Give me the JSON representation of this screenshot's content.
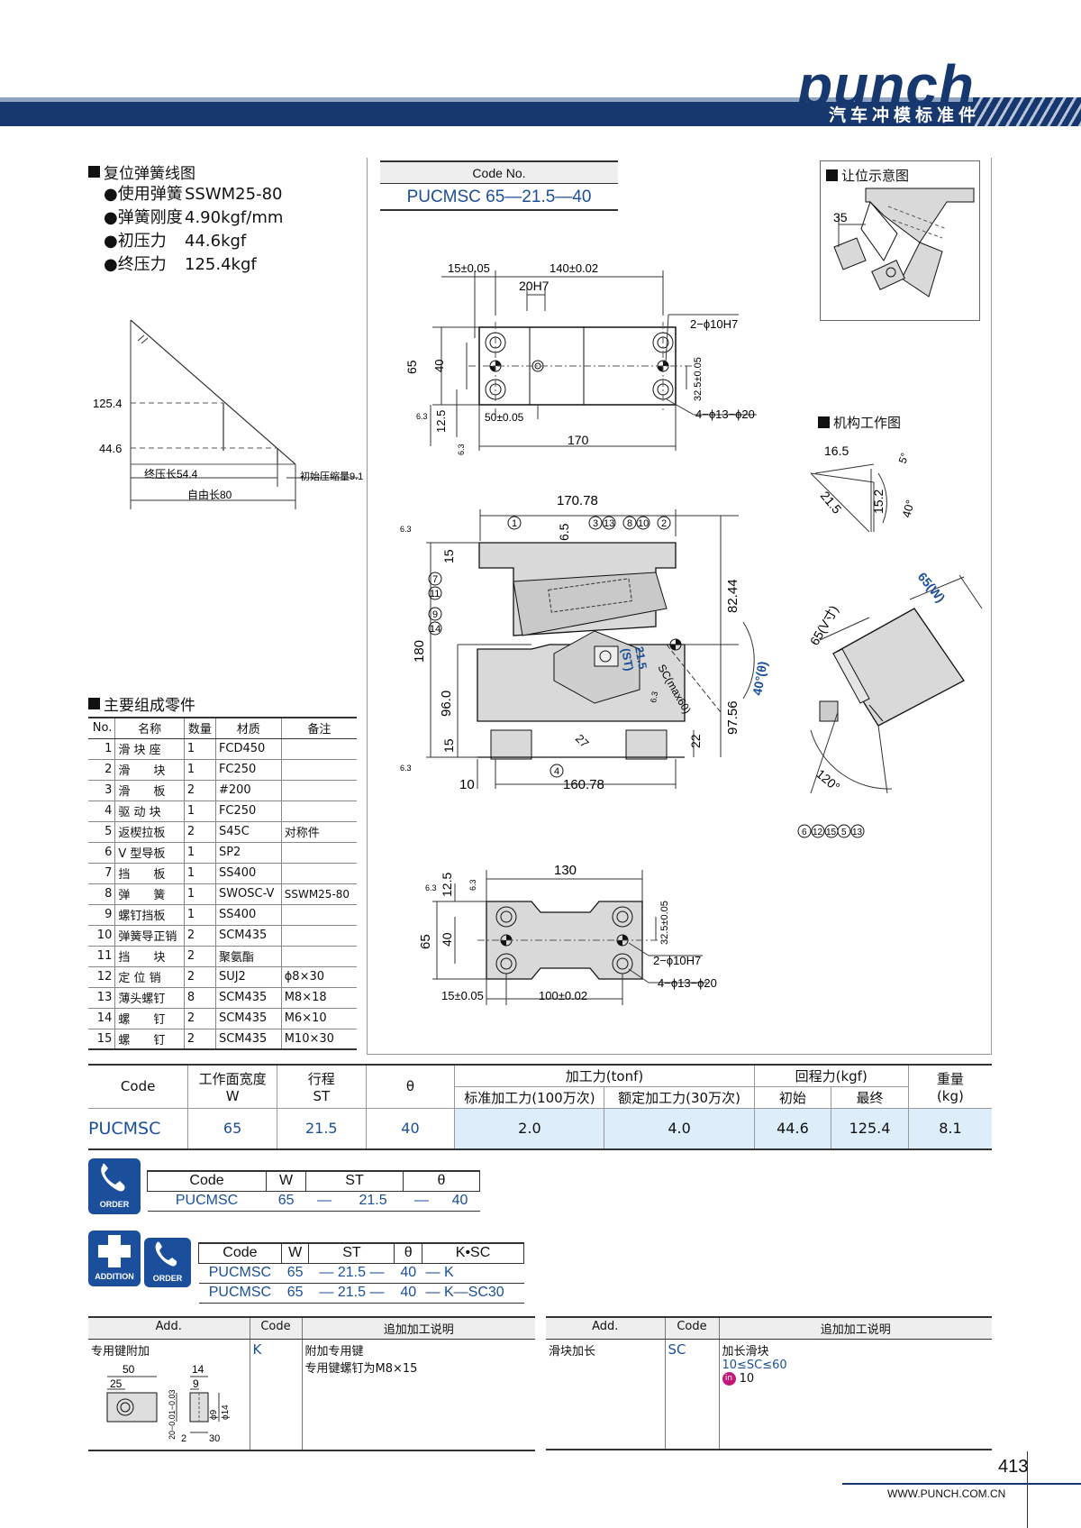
{
  "header": {
    "logo": "punch",
    "subtitle": "汽车冲模标准件"
  },
  "spring": {
    "title": "复位弹簧线图",
    "items": [
      {
        "label": "●使用弹簧",
        "value": "SSWM25-80"
      },
      {
        "label": "●弹簧刚度",
        "value": "4.90kgf/mm"
      },
      {
        "label": "●初压力",
        "value": "44.6kgf"
      },
      {
        "label": "●终压力",
        "value": "125.4kgf"
      }
    ],
    "graph": {
      "y1": "125.4",
      "y2": "44.6",
      "l1": "终压长54.4",
      "l2": "初始压缩量9.1",
      "l3": "自由长80"
    }
  },
  "code_no": {
    "header": "Code No.",
    "value": "PUCMSC 65—21.5—40"
  },
  "views": {
    "top": {
      "d1": "15±0.05",
      "d2": "140±0.02",
      "d3": "20H7",
      "d4": "2−ϕ10H7",
      "d5": "65",
      "d6": "40",
      "d7": "32.5±0.05",
      "d8": "12.5",
      "d9": "50±0.05",
      "d10": "4−ϕ13−ϕ20",
      "d11": "170",
      "r1": "6.3",
      "r2": "6.3"
    },
    "front": {
      "w": "170.78",
      "h": "180",
      "h1": "82.44",
      "h2": "97.56",
      "h3": "96.0",
      "h4": "15",
      "h5": "15",
      "h6": "6.5",
      "h7": "22",
      "h8": "27",
      "w2": "160.78",
      "w3": "10",
      "st": "21.5",
      "st2": "(ST)",
      "sc": "SC(max60)",
      "ang": "40°(θ)",
      "r1": "6.3",
      "r2": "6.3",
      "r3": "6.3",
      "balloons": [
        "1",
        "3",
        "13",
        "8",
        "10",
        "2",
        "7",
        "11",
        "9",
        "14",
        "4"
      ]
    },
    "bottom": {
      "w": "130",
      "h": "65",
      "h1": "40",
      "h2": "12.5",
      "d1": "32.5±0.05",
      "d2": "2−ϕ10H7",
      "d3": "4−ϕ13−ϕ20",
      "d4": "15±0.05",
      "d5": "100±0.02",
      "r1": "6.3",
      "r2": "6.3"
    },
    "clearance": {
      "title": "让位示意图",
      "d": "35"
    },
    "mechanism": {
      "title": "机构工作图",
      "d1": "16.5",
      "d2": "15.2",
      "d3": "21.5",
      "a1": "5°",
      "a2": "40°",
      "v": "65(V寸)",
      "w": "65(W)",
      "a3": "120°",
      "b1": "6",
      "b2": "12",
      "b3": "15",
      "b4": "5",
      "b5": "13"
    }
  },
  "parts": {
    "title": "主要组成零件",
    "headers": [
      "No.",
      "名称",
      "数量",
      "材质",
      "备注"
    ],
    "rows": [
      [
        "1",
        "滑 块 座",
        "1",
        "FCD450",
        ""
      ],
      [
        "2",
        "滑　　块",
        "1",
        "FC250",
        ""
      ],
      [
        "3",
        "滑　　板",
        "2",
        "#200",
        ""
      ],
      [
        "4",
        "驱 动 块",
        "1",
        "FC250",
        ""
      ],
      [
        "5",
        "返楔拉板",
        "2",
        "S45C",
        "对称件"
      ],
      [
        "6",
        "V 型导板",
        "1",
        "SP2",
        ""
      ],
      [
        "7",
        "挡　　板",
        "1",
        "SS400",
        ""
      ],
      [
        "8",
        "弹　　簧",
        "1",
        "SWOSC-V",
        "SSWM25-80"
      ],
      [
        "9",
        "螺钉挡板",
        "1",
        "SS400",
        ""
      ],
      [
        "10",
        "弹簧导正销",
        "2",
        "SCM435",
        ""
      ],
      [
        "11",
        "挡　　块",
        "2",
        "聚氨酯",
        ""
      ],
      [
        "12",
        "定 位 销",
        "2",
        "SUJ2",
        "ϕ8×30"
      ],
      [
        "13",
        "薄头螺钉",
        "8",
        "SCM435",
        "M8×18"
      ],
      [
        "14",
        "螺　　钉",
        "2",
        "SCM435",
        "M6×10"
      ],
      [
        "15",
        "螺　　钉",
        "2",
        "SCM435",
        "M10×30"
      ]
    ]
  },
  "spec": {
    "headers": {
      "code": "Code",
      "w": "工作面宽度",
      "w2": "W",
      "st": "行程",
      "st2": "ST",
      "theta": "θ",
      "force": "加工力(tonf)",
      "std": "标准加工力(100万次)",
      "rated": "额定加工力(30万次)",
      "ret": "回程力(kgf)",
      "init": "初始",
      "final": "最终",
      "wt": "重量",
      "wt2": "(kg)"
    },
    "row": {
      "code": "PUCMSC",
      "w": "65",
      "st": "21.5",
      "theta": "40",
      "std": "2.0",
      "rated": "4.0",
      "init": "44.6",
      "final": "125.4",
      "wt": "8.1"
    }
  },
  "order": {
    "icon": "ORDER",
    "headers": [
      "Code",
      "W",
      "ST",
      "θ"
    ],
    "row": [
      "PUCMSC",
      "65",
      "—",
      "21.5",
      "—",
      "40"
    ]
  },
  "addition": {
    "icon": "ADDITION",
    "icon2": "ORDER",
    "headers": [
      "Code",
      "W",
      "ST",
      "θ",
      "K•SC"
    ],
    "rows": [
      [
        "PUCMSC",
        "65",
        "— 21.5 —",
        "40",
        "— K"
      ],
      [
        "PUCMSC",
        "65",
        "— 21.5 —",
        "40",
        "— K—SC30"
      ]
    ]
  },
  "add_left": {
    "headers": [
      "Add.",
      "Code",
      "追加加工说明"
    ],
    "name": "专用键附加",
    "code": "K",
    "desc1": "附加专用键",
    "desc2": "专用键螺钉为M8×15",
    "dims": {
      "a": "50",
      "b": "25",
      "c": "14",
      "d": "9",
      "e": "20−0.01−0.03",
      "f": "ϕ9",
      "g": "ϕ14",
      "h": "2",
      "i": "30"
    }
  },
  "add_right": {
    "headers": [
      "Add.",
      "Code",
      "追加加工说明"
    ],
    "name": "滑块加长",
    "code": "SC",
    "desc1": "加长滑块",
    "desc2": "10≤SC≤60",
    "desc3": "10",
    "in": "in"
  },
  "footer": {
    "page": "413",
    "url": "WWW.PUNCH.COM.CN"
  }
}
